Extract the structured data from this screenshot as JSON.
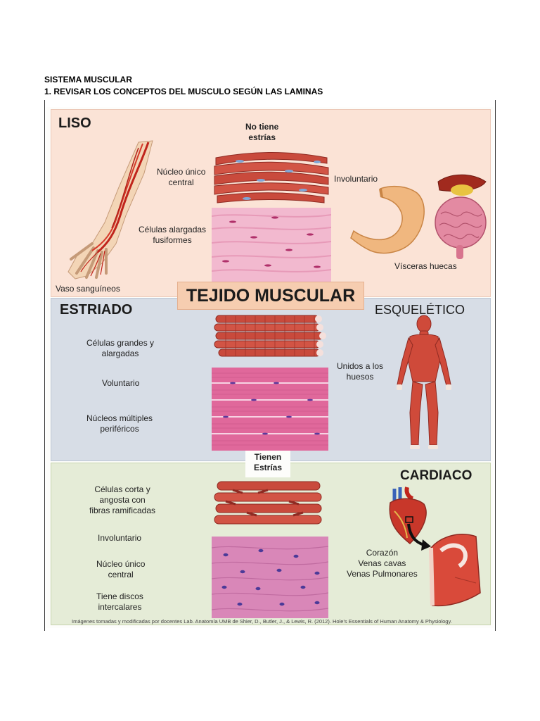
{
  "document": {
    "heading1": "SISTEMA MUSCULAR",
    "heading2": "1. REVISAR LOS CONCEPTOS DEL MUSCULO SEGÚN LAS LAMINAS"
  },
  "figure": {
    "center_title": "TEJIDO MUSCULAR",
    "liso": {
      "title": "LISO",
      "no_estrias": "No tiene\nestrías",
      "nucleo": "Núcleo único\ncentral",
      "celulas": "Células alargadas\nfusiformes",
      "involuntario": "Involuntario",
      "visceras": "Vísceras huecas",
      "vaso": "Vaso sanguíneos"
    },
    "estriado": {
      "title": "ESTRIADO",
      "subtitle": "ESQUELÉTICO",
      "celulas": "Células grandes y\nalargadas",
      "voluntario": "Voluntario",
      "nucleos": "Núcleos múltiples\nperiféricos",
      "unidos": "Unidos a los\nhuesos"
    },
    "tienen_estrias": "Tienen\nEstrías",
    "cardiaco": {
      "title": "CARDIACO",
      "celulas": "Células corta y\nangosta con\nfibras ramificadas",
      "involuntario": "Involuntario",
      "nucleo": "Núcleo único\ncentral",
      "discos": "Tiene discos\nintercalares",
      "organos": "Corazón\nVenas cavas\nVenas Pulmonares"
    },
    "caption": "Imágenes tomadas y modificadas por docentes Lab. Anatomía UMB de Shier, D., Butler, J., & Lewis, R. (2012). Hole's Essentials of Human Anatomy & Physiology."
  },
  "colors": {
    "liso_panel": "#fbe3d6",
    "estriado_panel": "#d7dde6",
    "cardiaco_panel": "#e5ecd7",
    "muscle_red": "#c9473a",
    "histology_pink": "#e58fb4"
  }
}
